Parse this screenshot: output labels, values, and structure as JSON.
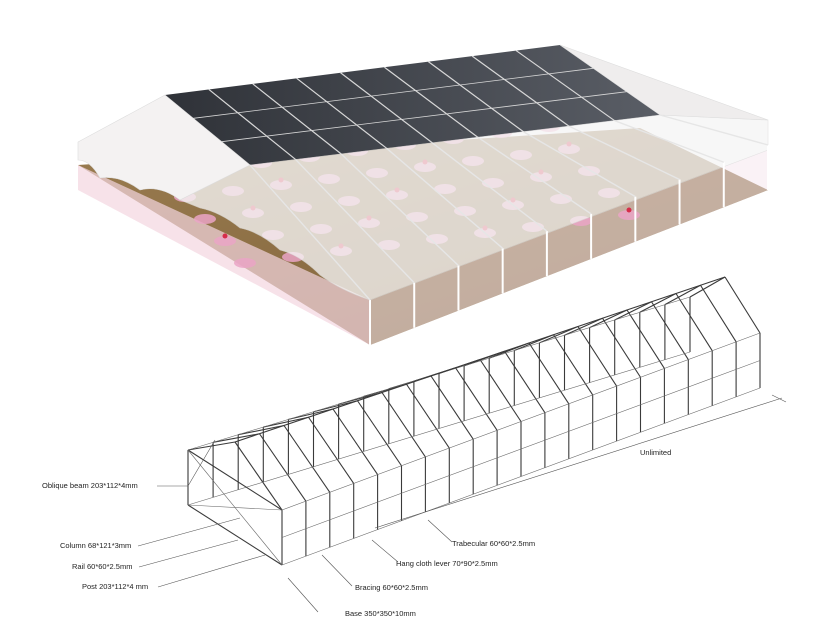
{
  "labels": {
    "oblique_beam": "Oblique beam 203*112*4mm",
    "column": "Column 68*121*3mm",
    "rail": "Rail 60*60*2.5mm",
    "post": "Post 203*112*4 mm",
    "base": "Base 350*350*10mm",
    "bracing": "Bracing 60*60*2.5mm",
    "hang_cloth_lever": "Hang cloth lever 70*90*2.5mm",
    "trabecular": "Trabecular 60*60*2.5mm",
    "length": "Unlimited"
  },
  "colors": {
    "floor": "#8a6c42",
    "roof_glass": "#3c3f46",
    "canopy": "#f4f2f2",
    "table_pink": "#eaa4c6",
    "frame": "#3a3a3a"
  }
}
